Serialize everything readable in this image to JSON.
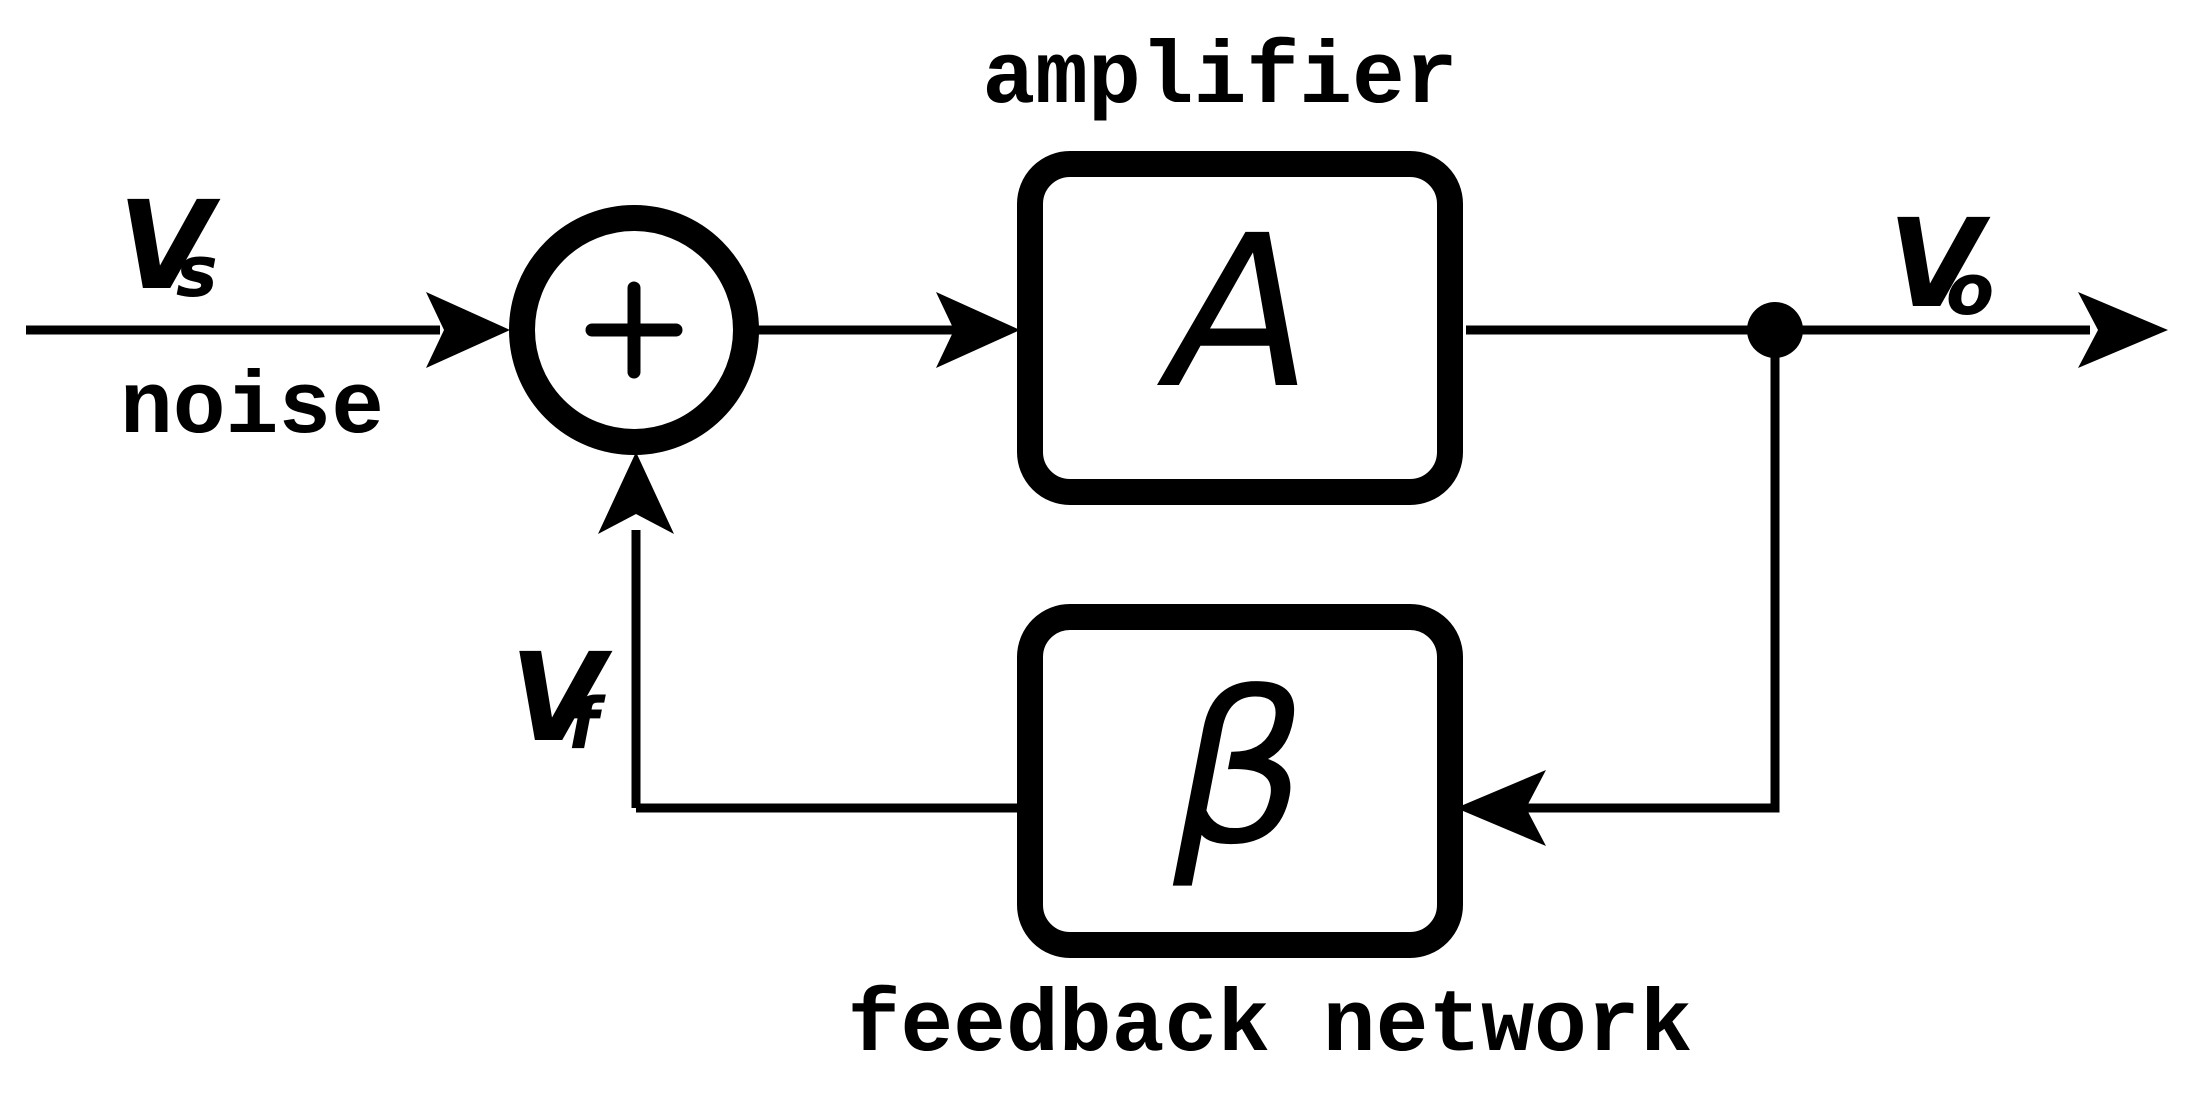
{
  "labels": {
    "amplifier": "amplifier",
    "feedback_network": "feedback network",
    "noise": "noise"
  },
  "blocks": {
    "amplifier_symbol": "A",
    "feedback_symbol": "β",
    "summing_symbol": "+"
  },
  "signals": {
    "input": {
      "main": "V",
      "sub": "s"
    },
    "output": {
      "main": "V",
      "sub": "o"
    },
    "feedback": {
      "main": "V",
      "sub": "f"
    }
  },
  "colors": {
    "stroke": "#000000",
    "background": "#ffffff"
  }
}
